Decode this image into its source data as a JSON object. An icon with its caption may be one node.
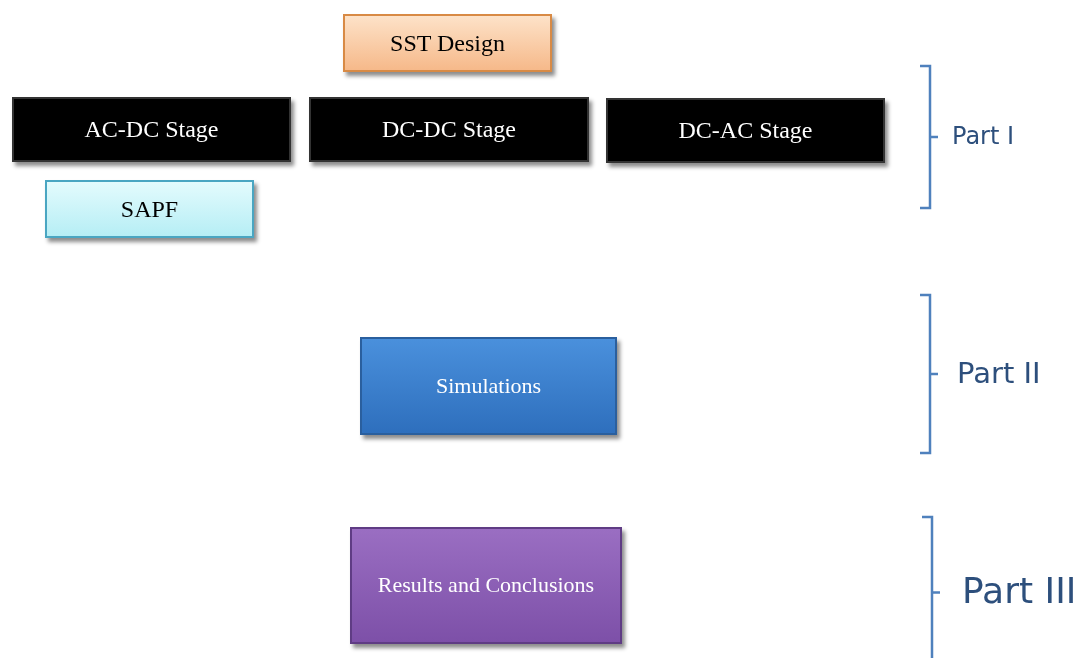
{
  "diagram": {
    "nodes": [
      {
        "text": [
          "SST Design"
        ]
      },
      {
        "text": [
          "AC-DC Stage"
        ]
      },
      {
        "text": [
          "DC-DC Stage"
        ]
      },
      {
        "text": [
          "DC-AC Stage"
        ]
      },
      {
        "text": [
          "SAPF"
        ]
      },
      {
        "text": [
          "Simulations"
        ]
      },
      {
        "text": [
          "Results and Conclusions"
        ]
      }
    ],
    "labels": [
      "Part I",
      "Part II",
      "Part III"
    ]
  }
}
